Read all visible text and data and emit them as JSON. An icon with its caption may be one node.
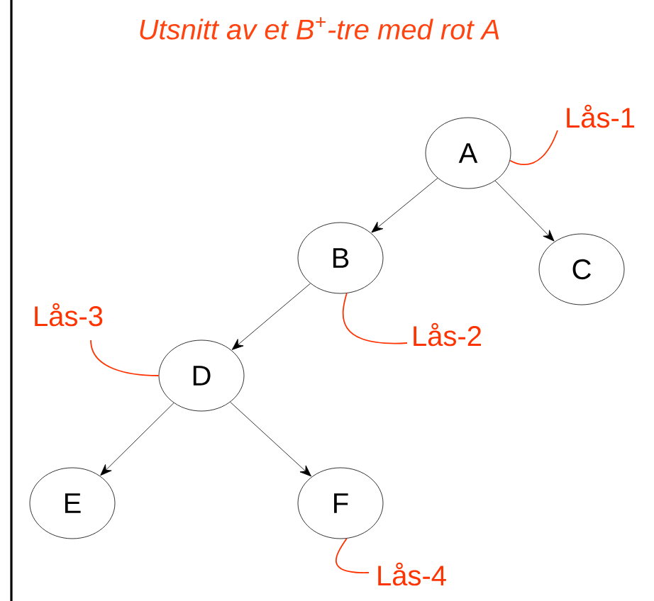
{
  "diagram": {
    "title": "Utsnitt av et B$^{+}$-tre med rot A",
    "nodes": [
      {
        "text": [
          "A"
        ]
      },
      {
        "text": [
          "B"
        ]
      },
      {
        "text": [
          "C"
        ]
      },
      {
        "text": [
          "D"
        ]
      },
      {
        "text": [
          "E"
        ]
      },
      {
        "text": [
          "F"
        ]
      },
      {
        "text": [
          "Lås-1"
        ]
      },
      {
        "text": [
          "Lås-2"
        ]
      },
      {
        "text": [
          "Lås-3"
        ]
      },
      {
        "text": [
          "Lås-4"
        ]
      }
    ],
    "edges": [
      {
        "from": 0,
        "to": 1,
        "arrow": "to"
      },
      {
        "from": 0,
        "to": 2,
        "arrow": "to"
      },
      {
        "from": 1,
        "to": 3,
        "arrow": "to"
      },
      {
        "from": 3,
        "to": 4,
        "arrow": "to"
      },
      {
        "from": 3,
        "to": 5,
        "arrow": "to"
      },
      {
        "from": 6,
        "to": 0,
        "arrow": "none",
        "color": "#ff3300"
      },
      {
        "from": 7,
        "to": 1,
        "arrow": "none",
        "color": "#ff3300"
      },
      {
        "from": 8,
        "to": 3,
        "arrow": "none",
        "color": "#ff3300"
      },
      {
        "from": 9,
        "to": 5,
        "arrow": "none",
        "color": "#ff3300"
      }
    ]
  }
}
